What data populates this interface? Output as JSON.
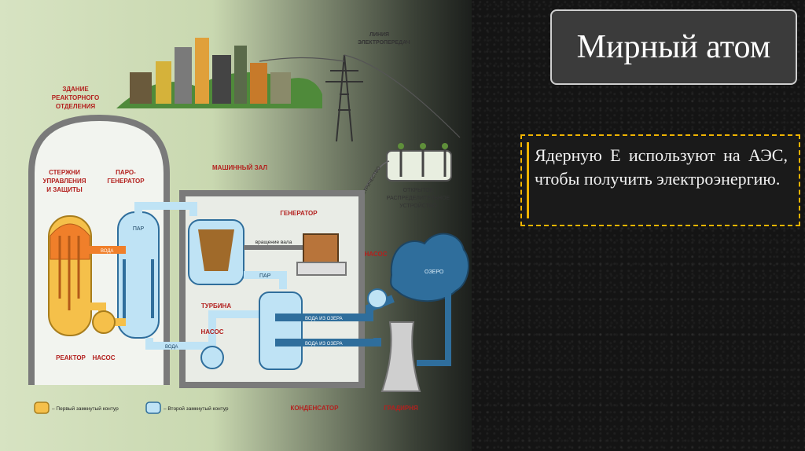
{
  "slide": {
    "title": "Мирный атом",
    "text": "Ядерную Е используют на АЭС, чтобы получить электроэнергию."
  },
  "diagram": {
    "labels": {
      "reactor_building": [
        "ЗДАНИЕ",
        "РЕАКТОРНОГО",
        "ОТДЕЛЕНИЯ"
      ],
      "control_rods": [
        "СТЕРЖНИ",
        "УПРАВЛЕНИЯ",
        "И ЗАЩИТЫ"
      ],
      "steam_generator": [
        "ПАРО-",
        "ГЕНЕРАТОР"
      ],
      "machine_hall": "МАШИННЫЙ ЗАЛ",
      "power_line": [
        "ЛИНИЯ",
        "ЭЛЕКТРОПЕРЕДАЧ"
      ],
      "switchyard": [
        "ОТКРЫТОЕ",
        "РАСПРЕДЕЛИТЕЛЬНОЕ",
        "УСТРОЙСТВО"
      ],
      "electricity": "ЭЛЕКТРИЧЕСТВО",
      "generator": "ГЕНЕРАТОР",
      "shaft_rotation": "вращение вала",
      "steam": "ПАР",
      "water": "ВОДА",
      "turbine": "ТУРБИНА",
      "pump": "НАСОС",
      "reactor": "РЕАКТОР",
      "lake": "ОЗЕРО",
      "water_from_lake": "ВОДА ИЗ ОЗЕРА",
      "condenser": "КОНДЕНСАТОР",
      "cooling_tower": "ГРАДИРНЯ"
    },
    "legend": {
      "first_loop": "– Первый замкнутый контур",
      "second_loop": "– Второй замкнутый контур"
    }
  },
  "colors": {
    "title_bg": "#3b3b3b",
    "accent_border": "#f0b400",
    "reactor_fill": "#f5c04a",
    "hot_water": "#f07f2a",
    "steam_blue": "#bfe3f5",
    "lake_blue": "#2f6e9c",
    "label_red": "#b3201e"
  }
}
